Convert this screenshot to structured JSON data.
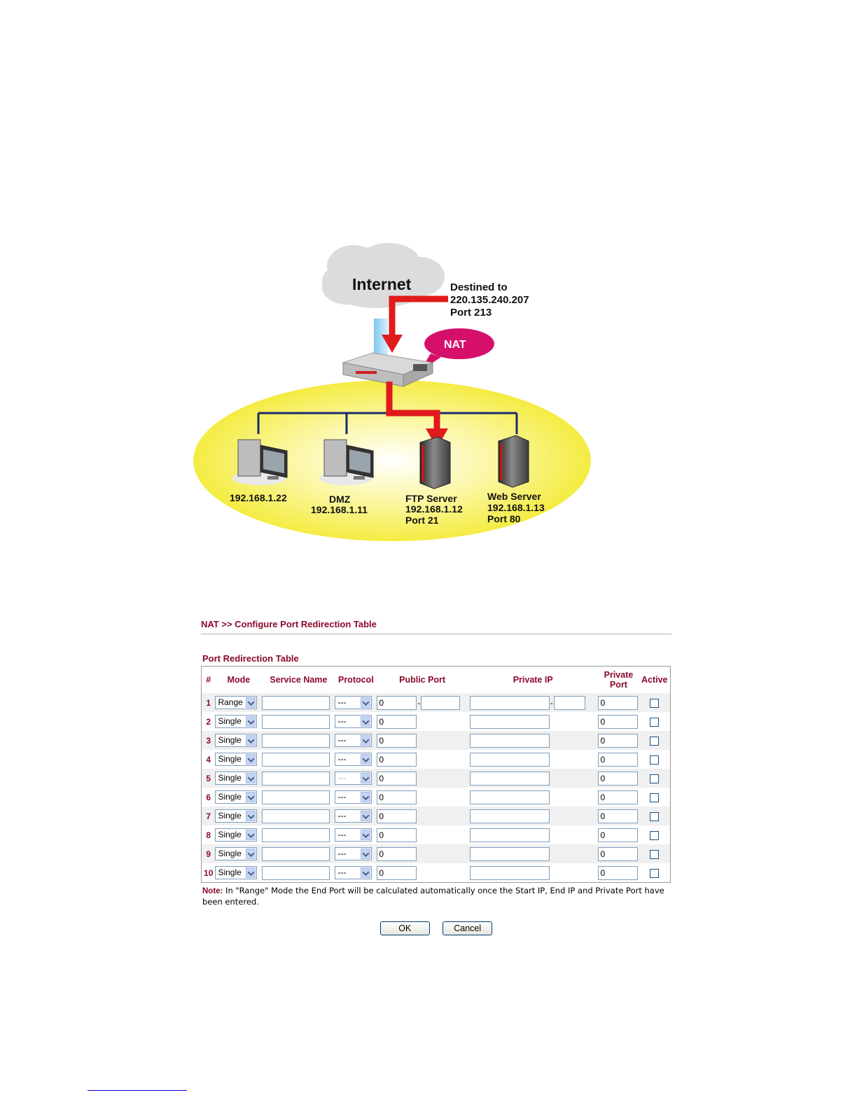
{
  "diagram": {
    "cloud_label": "Internet",
    "destination": [
      "Destined to",
      "220.135.240.207",
      "Port 213"
    ],
    "nat_label": "NAT",
    "hosts": [
      {
        "lines": [
          "192.168.1.22"
        ]
      },
      {
        "lines": [
          "DMZ",
          "192.168.1.11"
        ]
      },
      {
        "lines": [
          "FTP Server",
          "192.168.1.12",
          "Port 21"
        ]
      },
      {
        "lines": [
          "Web Server",
          "192.168.1.13",
          "Port 80"
        ]
      }
    ],
    "colors": {
      "arrow": "#e01b1b",
      "lan_ellipse": "#f4ef4a",
      "bus": "#1d2a6e",
      "nat_bubble": "#d6106a"
    }
  },
  "page": {
    "title": "NAT >> Configure Port Redirection Table",
    "section_title": "Port Redirection Table"
  },
  "table": {
    "headers": {
      "index": "#",
      "mode": "Mode",
      "service_name": "Service Name",
      "protocol": "Protocol",
      "public_port": "Public Port",
      "private_ip": "Private IP",
      "private_port_line1": "Private",
      "private_port_line2": "Port",
      "active": "Active"
    },
    "rows": [
      {
        "index": "1",
        "mode": "Range",
        "service_name": "",
        "protocol": "---",
        "public_port_start": "0",
        "public_port_end": "",
        "private_ip_start": "",
        "private_ip_end": "",
        "private_port": "0",
        "active": false
      },
      {
        "index": "2",
        "mode": "Single",
        "service_name": "",
        "protocol": "---",
        "public_port_start": "0",
        "private_ip_start": "",
        "private_port": "0",
        "active": false
      },
      {
        "index": "3",
        "mode": "Single",
        "service_name": "",
        "protocol": "---",
        "public_port_start": "0",
        "private_ip_start": "",
        "private_port": "0",
        "active": false
      },
      {
        "index": "4",
        "mode": "Single",
        "service_name": "",
        "protocol": "---",
        "public_port_start": "0",
        "private_ip_start": "",
        "private_port": "0",
        "active": false
      },
      {
        "index": "5",
        "mode": "Single",
        "service_name": "",
        "protocol": "---",
        "public_port_start": "0",
        "private_ip_start": "",
        "private_port": "0",
        "active": false
      },
      {
        "index": "6",
        "mode": "Single",
        "service_name": "",
        "protocol": "---",
        "public_port_start": "0",
        "private_ip_start": "",
        "private_port": "0",
        "active": false
      },
      {
        "index": "7",
        "mode": "Single",
        "service_name": "",
        "protocol": "---",
        "public_port_start": "0",
        "private_ip_start": "",
        "private_port": "0",
        "active": false
      },
      {
        "index": "8",
        "mode": "Single",
        "service_name": "",
        "protocol": "---",
        "public_port_start": "0",
        "private_ip_start": "",
        "private_port": "0",
        "active": false
      },
      {
        "index": "9",
        "mode": "Single",
        "service_name": "",
        "protocol": "---",
        "public_port_start": "0",
        "private_ip_start": "",
        "private_port": "0",
        "active": false
      },
      {
        "index": "10",
        "mode": "Single",
        "service_name": "",
        "protocol": "---",
        "public_port_start": "0",
        "private_ip_start": "",
        "private_port": "0",
        "active": false
      }
    ]
  },
  "note": {
    "label": "Note:",
    "text": " In \"Range\" Mode the End Port will be calculated automatically once the Start IP, End IP and Private Port have been entered."
  },
  "buttons": {
    "ok": "OK",
    "cancel": "Cancel"
  }
}
